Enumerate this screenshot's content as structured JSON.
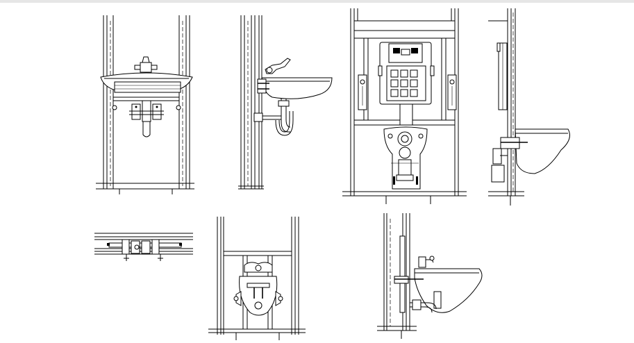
{
  "drawing": {
    "background": "#ffffff",
    "line_color": "#000000",
    "views": [
      "washbasin-frame-front-elevation",
      "washbasin-frame-side-elevation",
      "wc-frame-front-elevation",
      "wc-frame-side-elevation",
      "washbasin-frame-plan",
      "bidet-frame-front-elevation",
      "bidet-frame-side-elevation"
    ]
  }
}
